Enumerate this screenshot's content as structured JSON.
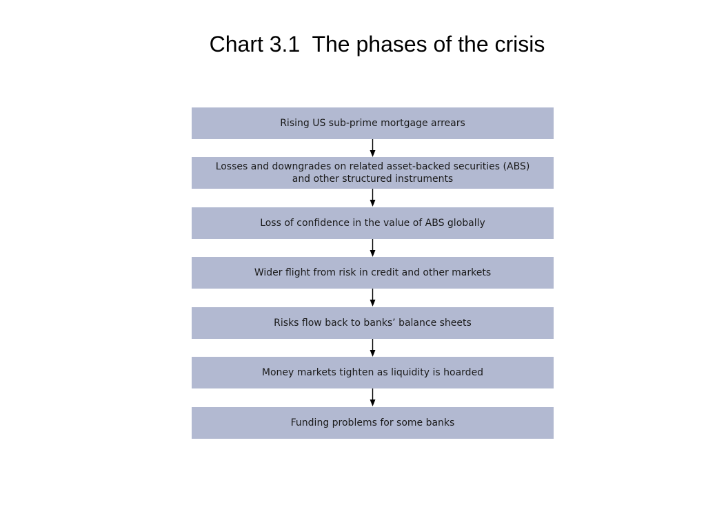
{
  "title": "Chart 3.1  The phases of the crisis",
  "steps": [
    {
      "lines": [
        "Rising US sub-prime mortgage arrears"
      ]
    },
    {
      "lines": [
        "Losses and downgrades on related asset-backed securities (ABS)",
        "and other structured instruments"
      ]
    },
    {
      "lines": [
        "Loss of confidence in the value of ABS globally"
      ]
    },
    {
      "lines": [
        "Wider flight from risk in credit and other markets"
      ]
    },
    {
      "lines": [
        "Risks flow back to banks’ balance sheets"
      ]
    },
    {
      "lines": [
        "Money markets tighten as liquidity is hoarded"
      ]
    },
    {
      "lines": [
        "Funding problems for some banks"
      ]
    }
  ],
  "colors": {
    "box_fill": "#b2b9d1",
    "arrow": "#000000",
    "text": "#1a1a1a"
  }
}
